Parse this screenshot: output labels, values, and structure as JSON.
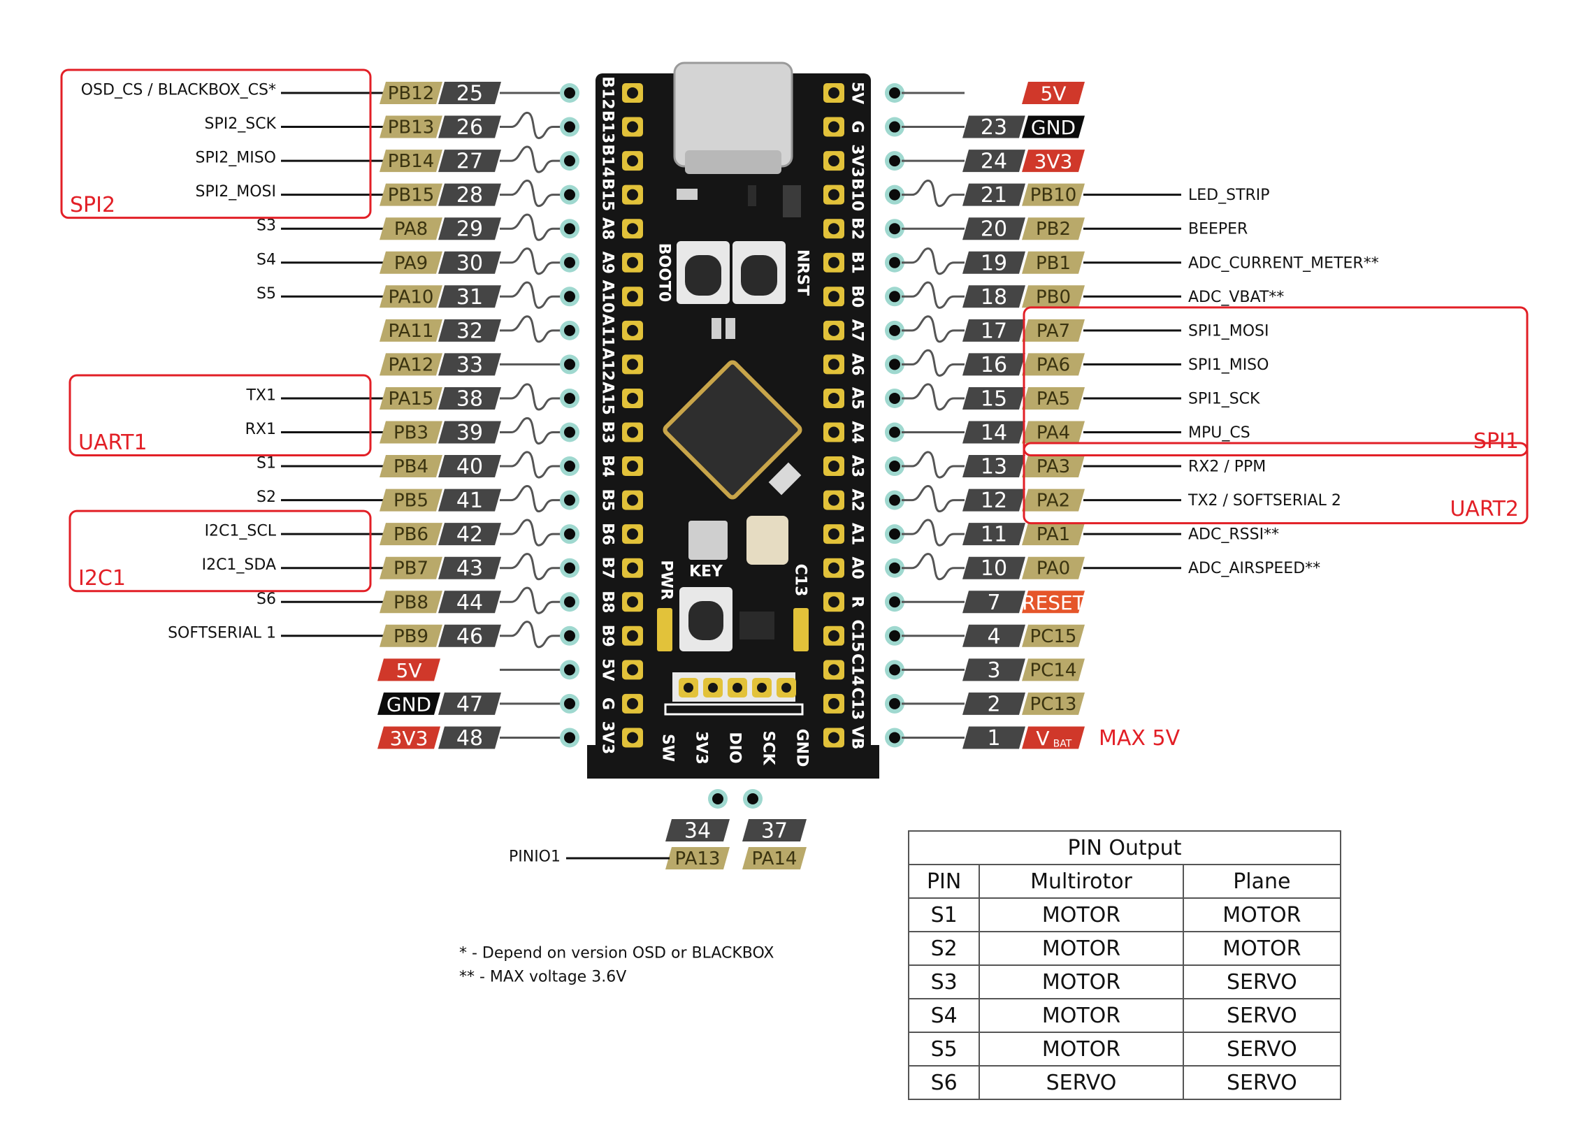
{
  "left_pins": [
    {
      "fn": "OSD_CS / BLACKBOX_CS*",
      "port": "PB12",
      "num": "25",
      "silk": "B12",
      "wave": false
    },
    {
      "fn": "SPI2_SCK",
      "port": "PB13",
      "num": "26",
      "silk": "B13",
      "wave": true
    },
    {
      "fn": "SPI2_MISO",
      "port": "PB14",
      "num": "27",
      "silk": "B14",
      "wave": true
    },
    {
      "fn": "SPI2_MOSI",
      "port": "PB15",
      "num": "28",
      "silk": "B15",
      "wave": true
    },
    {
      "fn": "S3",
      "port": "PA8",
      "num": "29",
      "silk": "A8",
      "wave": true
    },
    {
      "fn": "S4",
      "port": "PA9",
      "num": "30",
      "silk": "A9",
      "wave": true
    },
    {
      "fn": "S5",
      "port": "PA10",
      "num": "31",
      "silk": "A10",
      "wave": true
    },
    {
      "fn": "",
      "port": "PA11",
      "num": "32",
      "silk": "A11",
      "wave": true
    },
    {
      "fn": "",
      "port": "PA12",
      "num": "33",
      "silk": "A12",
      "wave": false
    },
    {
      "fn": "TX1",
      "port": "PA15",
      "num": "38",
      "silk": "A15",
      "wave": true
    },
    {
      "fn": "RX1",
      "port": "PB3",
      "num": "39",
      "silk": "B3",
      "wave": true
    },
    {
      "fn": "S1",
      "port": "PB4",
      "num": "40",
      "silk": "B4",
      "wave": true
    },
    {
      "fn": "S2",
      "port": "PB5",
      "num": "41",
      "silk": "B5",
      "wave": true
    },
    {
      "fn": "I2C1_SCL",
      "port": "PB6",
      "num": "42",
      "silk": "B6",
      "wave": true
    },
    {
      "fn": "I2C1_SDA",
      "port": "PB7",
      "num": "43",
      "silk": "B7",
      "wave": true
    },
    {
      "fn": "S6",
      "port": "PB8",
      "num": "44",
      "silk": "B8",
      "wave": true
    },
    {
      "fn": "SOFTSERIAL  1",
      "port": "PB9",
      "num": "46",
      "silk": "B9",
      "wave": true
    },
    {
      "fn": "",
      "port": "",
      "num": "",
      "power": "5V",
      "silk": "5V",
      "wave": false
    },
    {
      "fn": "",
      "port": "",
      "num": "47",
      "power": "GND",
      "silk": "G",
      "wave": false
    },
    {
      "fn": "",
      "port": "",
      "num": "48",
      "power": "3V3",
      "silk": "3V3",
      "wave": false
    }
  ],
  "right_pins": [
    {
      "fn": "",
      "port": "",
      "num": "",
      "power": "5V",
      "silk": "5V",
      "wave": false
    },
    {
      "fn": "",
      "port": "",
      "num": "23",
      "power": "GND",
      "silk": "G",
      "wave": false
    },
    {
      "fn": "",
      "port": "",
      "num": "24",
      "power": "3V3",
      "silk": "3V3",
      "wave": false
    },
    {
      "fn": "LED_STRIP",
      "port": "PB10",
      "num": "21",
      "silk": "B10",
      "wave": true
    },
    {
      "fn": "BEEPER",
      "port": "PB2",
      "num": "20",
      "silk": "B2",
      "wave": false
    },
    {
      "fn": "ADC_CURRENT_METER**",
      "port": "PB1",
      "num": "19",
      "silk": "B1",
      "wave": true
    },
    {
      "fn": "ADC_VBAT**",
      "port": "PB0",
      "num": "18",
      "silk": "B0",
      "wave": true
    },
    {
      "fn": "SPI1_MOSI",
      "port": "PA7",
      "num": "17",
      "silk": "A7",
      "wave": true
    },
    {
      "fn": "SPI1_MISO",
      "port": "PA6",
      "num": "16",
      "silk": "A6",
      "wave": true
    },
    {
      "fn": "SPI1_SCK",
      "port": "PA5",
      "num": "15",
      "silk": "A5",
      "wave": true
    },
    {
      "fn": "MPU_CS",
      "port": "PA4",
      "num": "14",
      "silk": "A4",
      "wave": false
    },
    {
      "fn": "RX2 / PPM",
      "port": "PA3",
      "num": "13",
      "silk": "A3",
      "wave": true
    },
    {
      "fn": "TX2 / SOFTSERIAL 2",
      "port": "PA2",
      "num": "12",
      "silk": "A2",
      "wave": true
    },
    {
      "fn": "ADC_RSSI**",
      "port": "PA1",
      "num": "11",
      "silk": "A1",
      "wave": true
    },
    {
      "fn": "ADC_AIRSPEED**",
      "port": "PA0",
      "num": "10",
      "silk": "A0",
      "wave": true
    },
    {
      "fn": "",
      "port": "",
      "num": "7",
      "power": "RESET",
      "silk": "R",
      "wave": false
    },
    {
      "fn": "",
      "port": "PC15",
      "num": "4",
      "silk": "C15",
      "wave": false
    },
    {
      "fn": "",
      "port": "PC14",
      "num": "3",
      "silk": "C14",
      "wave": false
    },
    {
      "fn": "",
      "port": "PC13",
      "num": "2",
      "silk": "C13",
      "wave": false
    },
    {
      "fn": "",
      "port": "",
      "num": "1",
      "power": "VBAT",
      "silk": "VB",
      "wave": false
    }
  ],
  "groups": [
    {
      "label": "SPI2",
      "side": "left",
      "from": 0,
      "to": 3
    },
    {
      "label": "UART1",
      "side": "left",
      "from": 9,
      "to": 10
    },
    {
      "label": "I2C1",
      "side": "left",
      "from": 13,
      "to": 14
    },
    {
      "label": "SPI1",
      "side": "right",
      "from": 7,
      "to": 10
    },
    {
      "label": "UART2",
      "side": "right",
      "from": 11,
      "to": 12
    }
  ],
  "vbat_note": "MAX 5V",
  "bottom_pins": [
    {
      "num": "34",
      "port": "PA13",
      "fn": "PINIO1"
    },
    {
      "num": "37",
      "port": "PA14",
      "fn": ""
    }
  ],
  "board": {
    "boot_label": "BOOT0",
    "nrst_label": "NRST",
    "key_label": "KEY",
    "pwr_label": "PWR",
    "c13_label": "C13",
    "swd_labels": [
      "SW",
      "3V3",
      "DIO",
      "SCK",
      "GND"
    ]
  },
  "notes": [
    "* - Depend on version OSD or BLACKBOX",
    "** - MAX voltage 3.6V"
  ],
  "table": {
    "title": "PIN Output",
    "headers": [
      "PIN",
      "Multirotor",
      "Plane"
    ],
    "rows": [
      [
        "S1",
        "MOTOR",
        "MOTOR"
      ],
      [
        "S2",
        "MOTOR",
        "MOTOR"
      ],
      [
        "S3",
        "MOTOR",
        "SERVO"
      ],
      [
        "S4",
        "MOTOR",
        "SERVO"
      ],
      [
        "S5",
        "MOTOR",
        "SERVO"
      ],
      [
        "S6",
        "SERVO",
        "SERVO"
      ]
    ]
  },
  "colors": {
    "number_tag": "#454545",
    "port_tag": "#b9a96a",
    "power_5v": "#d0382a",
    "power_3v3": "#d0382a",
    "power_gnd": "#0b0b0b",
    "reset": "#e5552a",
    "group_box": "#e21f26",
    "dot_ring": "#9fd8cf",
    "pad": "#e2c23a"
  }
}
